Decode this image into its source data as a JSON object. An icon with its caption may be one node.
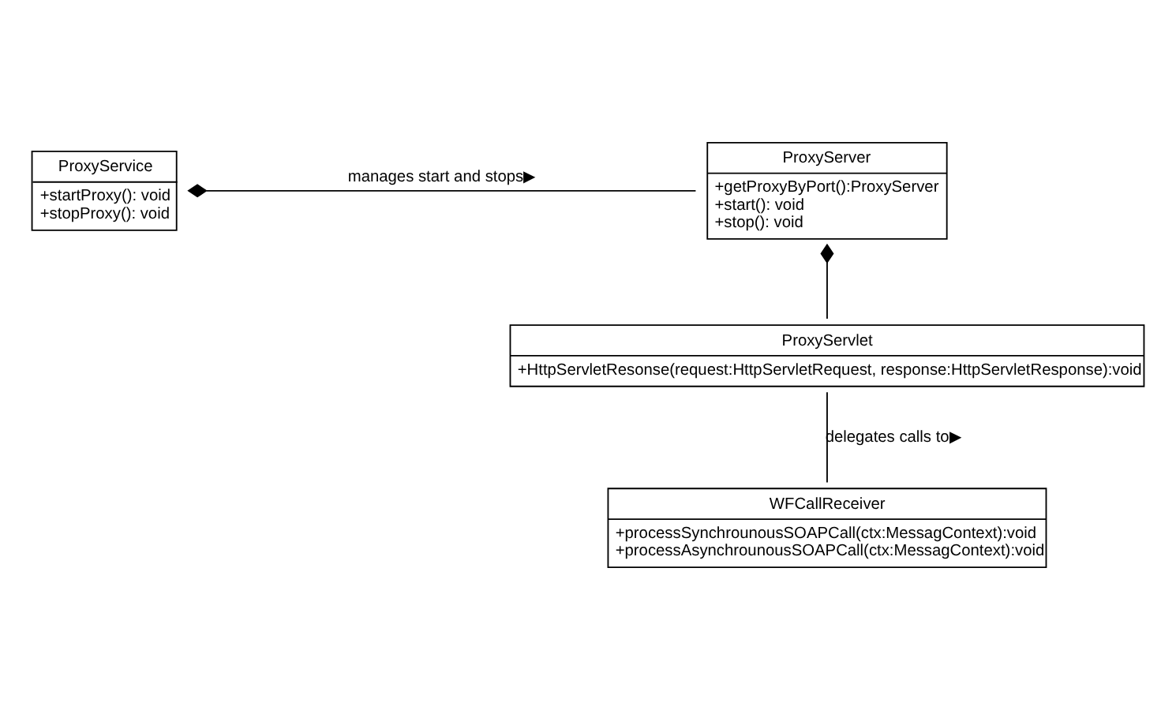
{
  "diagram": {
    "nodes": [
      {
        "text": [
          "ProxyService",
          "+startProxy(): void",
          "+stopProxy(): void"
        ]
      },
      {
        "text": [
          "ProxyServer",
          "+getProxyByPort():ProxyServer",
          "+start(): void",
          "+stop(): void"
        ]
      },
      {
        "text": [
          "ProxyServlet",
          "+HttpServletResonse(request:HttpServletRequest, response:HttpServletResponse):void"
        ]
      },
      {
        "text": [
          "WFCallReceiver",
          "+processSynchrounousSOAPCall(ctx:MessagContext):void",
          "+processAsynchrounousSOAPCall(ctx:MessagContext):void"
        ]
      }
    ],
    "edges": [
      {
        "from": 0,
        "to": 1,
        "arrow": "other",
        "label": "manages start and stops▶"
      },
      {
        "from": 1,
        "to": 2,
        "arrow": "other"
      },
      {
        "from": 2,
        "to": 3,
        "arrow": "none",
        "label": "delegates calls to▶"
      }
    ]
  }
}
